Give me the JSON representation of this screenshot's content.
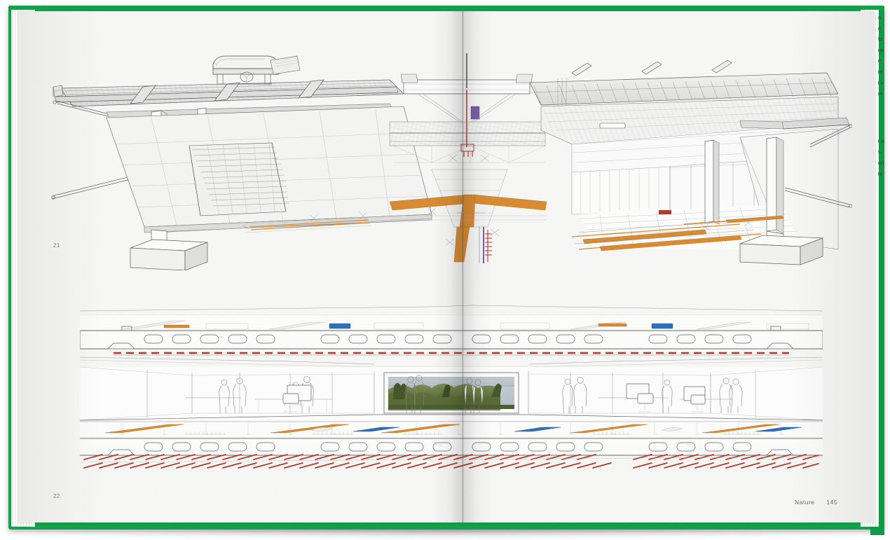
{
  "document": {
    "kind": "open-book-photograph",
    "subject": "architecture monograph double-page spread",
    "cover_color": "#12a04a",
    "paper_color": "#f6f6f5"
  },
  "left_page": {
    "figure_label": "21",
    "folio": "22"
  },
  "right_page": {
    "footer": {
      "chapter": "Nature",
      "page": "145"
    }
  },
  "figures": [
    {
      "id": "fig-21",
      "label": "21",
      "caption_number": "21",
      "type": "cutaway-axonometric",
      "description": "Structural cutaway axonometric through two floor plates showing steel beams, hollow deck, stair, columns on concrete footings, rooftop ventilation unit and service runs",
      "elements": [
        "rooftop-ventilation-unit",
        "steel-edge-beam",
        "metal-deck-slab",
        "tension-rod-brace",
        "stair-flight",
        "column-on-footing",
        "ceiling-service-grid",
        "orange-service-duct",
        "red-riser-pipe",
        "purple-cable-tray"
      ]
    },
    {
      "id": "fig-22",
      "label": "22",
      "caption_number": "22",
      "type": "building-section",
      "description": "Long section through two office floors with hollow-core slabs, raised access floor, glazed window band onto landscape, and under-slab radiant heating grid",
      "elements": [
        "hollow-core-slab-voids",
        "radiant-heating-grid",
        "raised-access-floor",
        "orange-floor-duct",
        "blue-service-box",
        "glazed-facade",
        "landscape-photo-insert",
        "office-desk",
        "office-chair",
        "monitor",
        "standing-figures"
      ]
    }
  ],
  "colors": {
    "line_primary": "#5d5f62",
    "line_secondary": "#8b8d90",
    "line_faint": "#aeb0b3",
    "heating_red": "#b4392c",
    "service_orange": "#d98b33",
    "service_blue": "#2f6fb5",
    "service_purple": "#7a5fa8",
    "cover_green": "#12a04a"
  },
  "edge_text": {
    "fragments": [
      "a",
      "e",
      "fo",
      "us",
      "e",
      "er",
      "l v",
      "m",
      "t H",
      "s,",
      "eri",
      "hi"
    ]
  }
}
